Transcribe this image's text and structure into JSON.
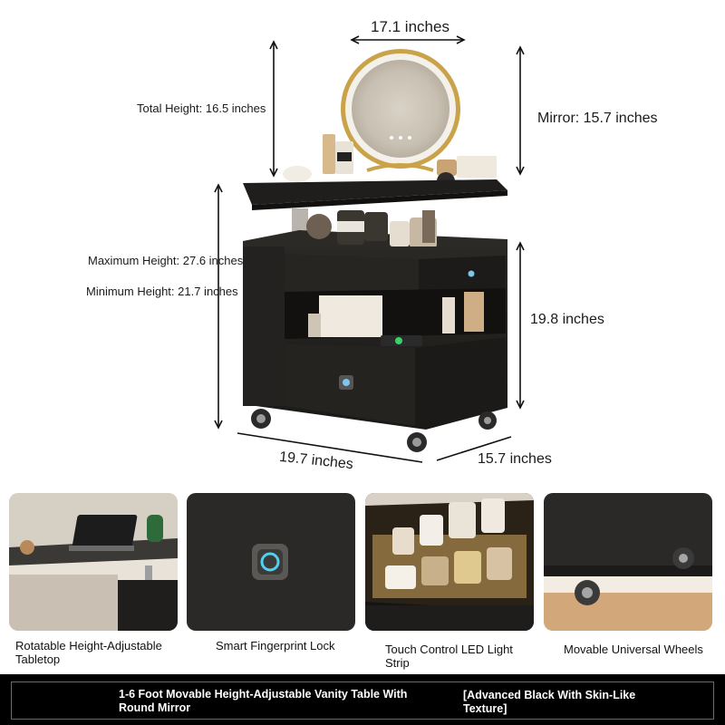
{
  "dimensions": {
    "mirror_width": "17.1 inches",
    "total_height": "Total Height: 16.5 inches",
    "mirror_height": "Mirror: 15.7 inches",
    "maximum_height": "Maximum Height: 27.6 inches",
    "minimum_height": "Minimum Height: 21.7 inches",
    "cabinet_height": "19.8 inches",
    "width": "19.7 inches",
    "depth": "15.7 inches"
  },
  "features": [
    {
      "caption": "Rotatable Height-Adjustable Tabletop",
      "icon": "laptop-table-photo"
    },
    {
      "caption": "Smart Fingerprint Lock",
      "icon": "fingerprint-lock-photo"
    },
    {
      "caption": "Touch Control LED Light Strip",
      "icon": "led-drawer-photo"
    },
    {
      "caption": "Movable Universal Wheels",
      "icon": "caster-wheel-photo"
    }
  ],
  "footer": {
    "title": "1-6 Foot Movable Height-Adjustable Vanity Table With Round Mirror",
    "variant": "[Advanced Black With Skin-Like Texture]"
  },
  "colors": {
    "furniture": "#1e1d1b",
    "mirror_frame": "#c9a24a",
    "led_glow": "#f2c46a",
    "footer_bg": "#000000"
  }
}
